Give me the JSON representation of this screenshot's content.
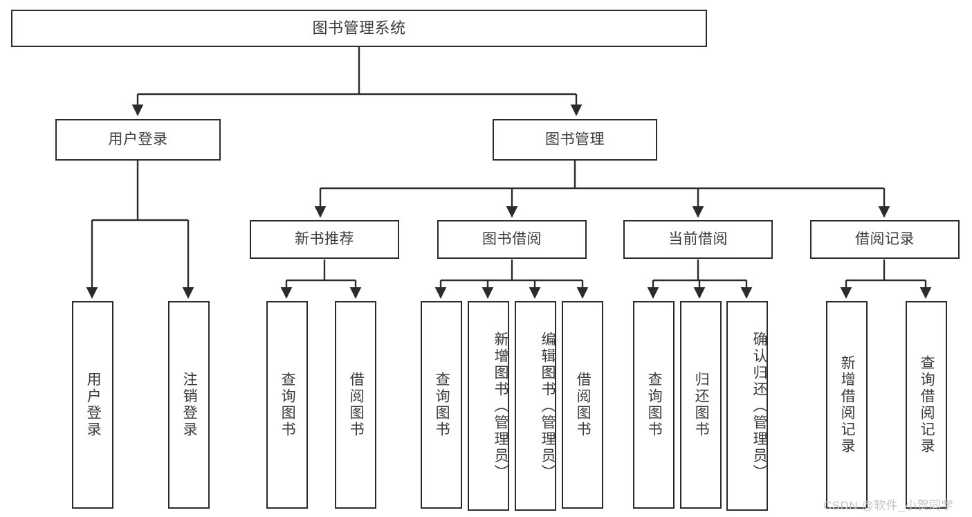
{
  "diagram": {
    "title": "图书管理系统",
    "type": "tree-hierarchy-chart",
    "colors": {
      "box_border": "#2b2b2b",
      "box_fill": "#ffffff",
      "text": "#3a3a3a",
      "edge": "#2b2b2b",
      "watermark": "#c4c4c4",
      "background": "#ffffff"
    },
    "root": {
      "label": "图书管理系统"
    },
    "level2": [
      {
        "label": "用户登录"
      },
      {
        "label": "图书管理"
      }
    ],
    "level3": [
      {
        "label": "新书推荐"
      },
      {
        "label": "图书借阅"
      },
      {
        "label": "当前借阅"
      },
      {
        "label": "借阅记录"
      }
    ],
    "leaves": {
      "user_login": [
        {
          "label": "用户登录"
        },
        {
          "label": "注销登录"
        }
      ],
      "new_book_recommend": [
        {
          "label": "查询图书"
        },
        {
          "label": "借阅图书"
        }
      ],
      "book_borrow": [
        {
          "label": "查询图书"
        },
        {
          "label": "新增图书（管理员）"
        },
        {
          "label": "编辑图书（管理员）"
        },
        {
          "label": "借阅图书"
        }
      ],
      "current_borrow": [
        {
          "label": "查询图书"
        },
        {
          "label": "归还图书"
        },
        {
          "label": "确认归还（管理员）"
        }
      ],
      "borrow_record": [
        {
          "label": "新增借阅记录"
        },
        {
          "label": "查询借阅记录"
        }
      ]
    }
  },
  "watermark": {
    "text": "CSDN @软件_小贺同学"
  }
}
